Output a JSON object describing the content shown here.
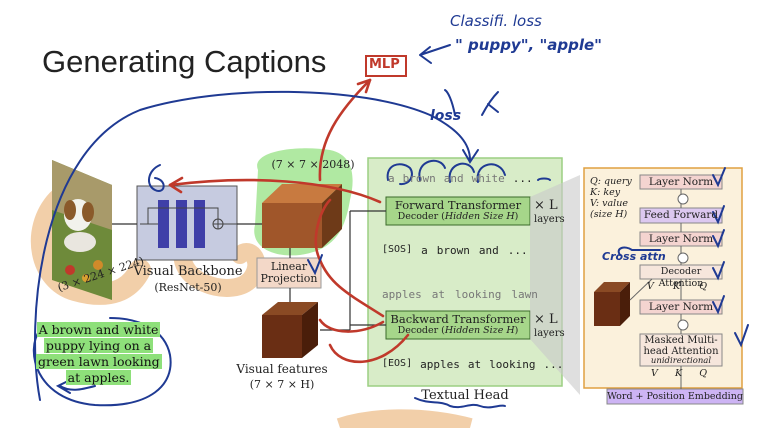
{
  "slide": {
    "title": "Generating Captions",
    "image_dims": "(3 × 224 × 224)",
    "caption_text": "A brown and white puppy lying on a green lawn looking at apples.",
    "visual_backbone": {
      "title": "Visual Backbone",
      "subtitle": "(ResNet-50)"
    },
    "grid_dims": "(7 × 7 × 2048)",
    "linear_projection": "Linear Projection",
    "visual_features": {
      "title": "Visual features",
      "dims": "(7 × 7 × H)"
    },
    "forward_transformer": {
      "title": "Forward  Transformer",
      "sub_prefix": "Decoder (",
      "sub_hidden": "Hidden Size H",
      "sub_suffix": ")"
    },
    "backward_transformer": {
      "title": "Backward  Transformer",
      "sub_prefix": "Decoder (",
      "sub_hidden": "Hidden Size H",
      "sub_suffix": ")"
    },
    "layers_mult": "× L",
    "layers_word": "layers",
    "forward_output_tokens": [
      "a",
      "brown",
      "and",
      "white",
      "..."
    ],
    "forward_input_tokens": [
      "[SOS]",
      "a",
      "brown",
      "and",
      "..."
    ],
    "backward_output_tokens": [
      "apples",
      "at",
      "looking",
      "lawn"
    ],
    "backward_input_tokens": [
      "[EOS]",
      "apples",
      "at",
      "looking",
      "..."
    ],
    "textual_head": "Textual Head",
    "legend": [
      "Q: query",
      "K: key",
      "V: value",
      "(size H)"
    ],
    "decoder_block": {
      "layer_norm": "Layer Norm",
      "feed_forward": "Feed Forward",
      "decoder_attention": "Decoder Attention",
      "masked_attention_1": "Masked Multi-",
      "masked_attention_2": "head Attention",
      "masked_attention_3": "unidirectional",
      "v": "V",
      "k": "K",
      "q": "Q",
      "embedding": "Word + Position Embedding"
    }
  },
  "annotations": {
    "mlp": "MLP",
    "loss_note": "Classifi. loss",
    "loss_items": "\" puppy\", \"apple\"",
    "loss": "loss",
    "cross_attn": "Cross attn"
  },
  "colors": {
    "ink_blue": "#1f3a93",
    "ink_red": "#c0392b",
    "highlight_green": "#8ee07a",
    "highlight_orange": "#f0c79a",
    "transformer_green": "#a6d68a",
    "textual_head_bg": "#d8ecc8",
    "decoder_bg": "#fbf1dc",
    "layer_norm": "#f4d4d0",
    "feed_forward": "#dcc8f0",
    "embedding": "#cdb4f4"
  }
}
